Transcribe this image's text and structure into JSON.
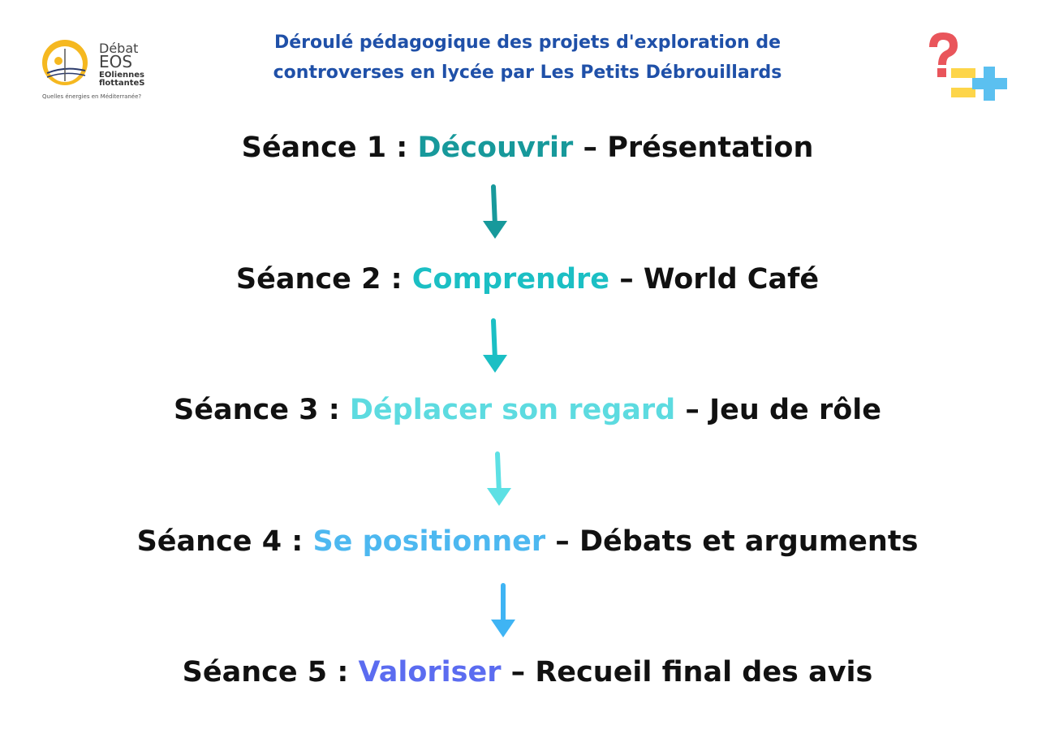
{
  "header": {
    "title_line1": "Déroulé pédagogique des projets d'exploration de",
    "title_line2": "controverses en lycée par  Les Petits Débrouillards"
  },
  "logo_left": {
    "line1": "Débat",
    "line2": "EOS",
    "line3": "EOliennes",
    "line4": "flottanteS",
    "tagline": "Quelles énergies en Méditerranée?"
  },
  "logo_right": {
    "icon": "question-equals-plus-icon"
  },
  "steps": [
    {
      "prefix": "Séance 1 : ",
      "keyword": "Découvrir",
      "suffix": " – Présentation",
      "color": "#17999b"
    },
    {
      "prefix": "Séance 2 : ",
      "keyword": "Comprendre",
      "suffix": " – World Café",
      "color": "#1bbfc4"
    },
    {
      "prefix": "Séance 3 : ",
      "keyword": "Déplacer son regard",
      "suffix": " – Jeu de rôle",
      "color": "#5ddbe0"
    },
    {
      "prefix": "Séance 4 : ",
      "keyword": "Se positionner",
      "suffix": " – Débats et arguments",
      "color": "#4db8f0"
    },
    {
      "prefix": "Séance 5 : ",
      "keyword": "Valoriser",
      "suffix": " – Recueil final des avis",
      "color": "#5b6cf0"
    }
  ],
  "arrow_colors": [
    "#17999b",
    "#1bbfc4",
    "#5de0e4",
    "#3fb4f4"
  ]
}
